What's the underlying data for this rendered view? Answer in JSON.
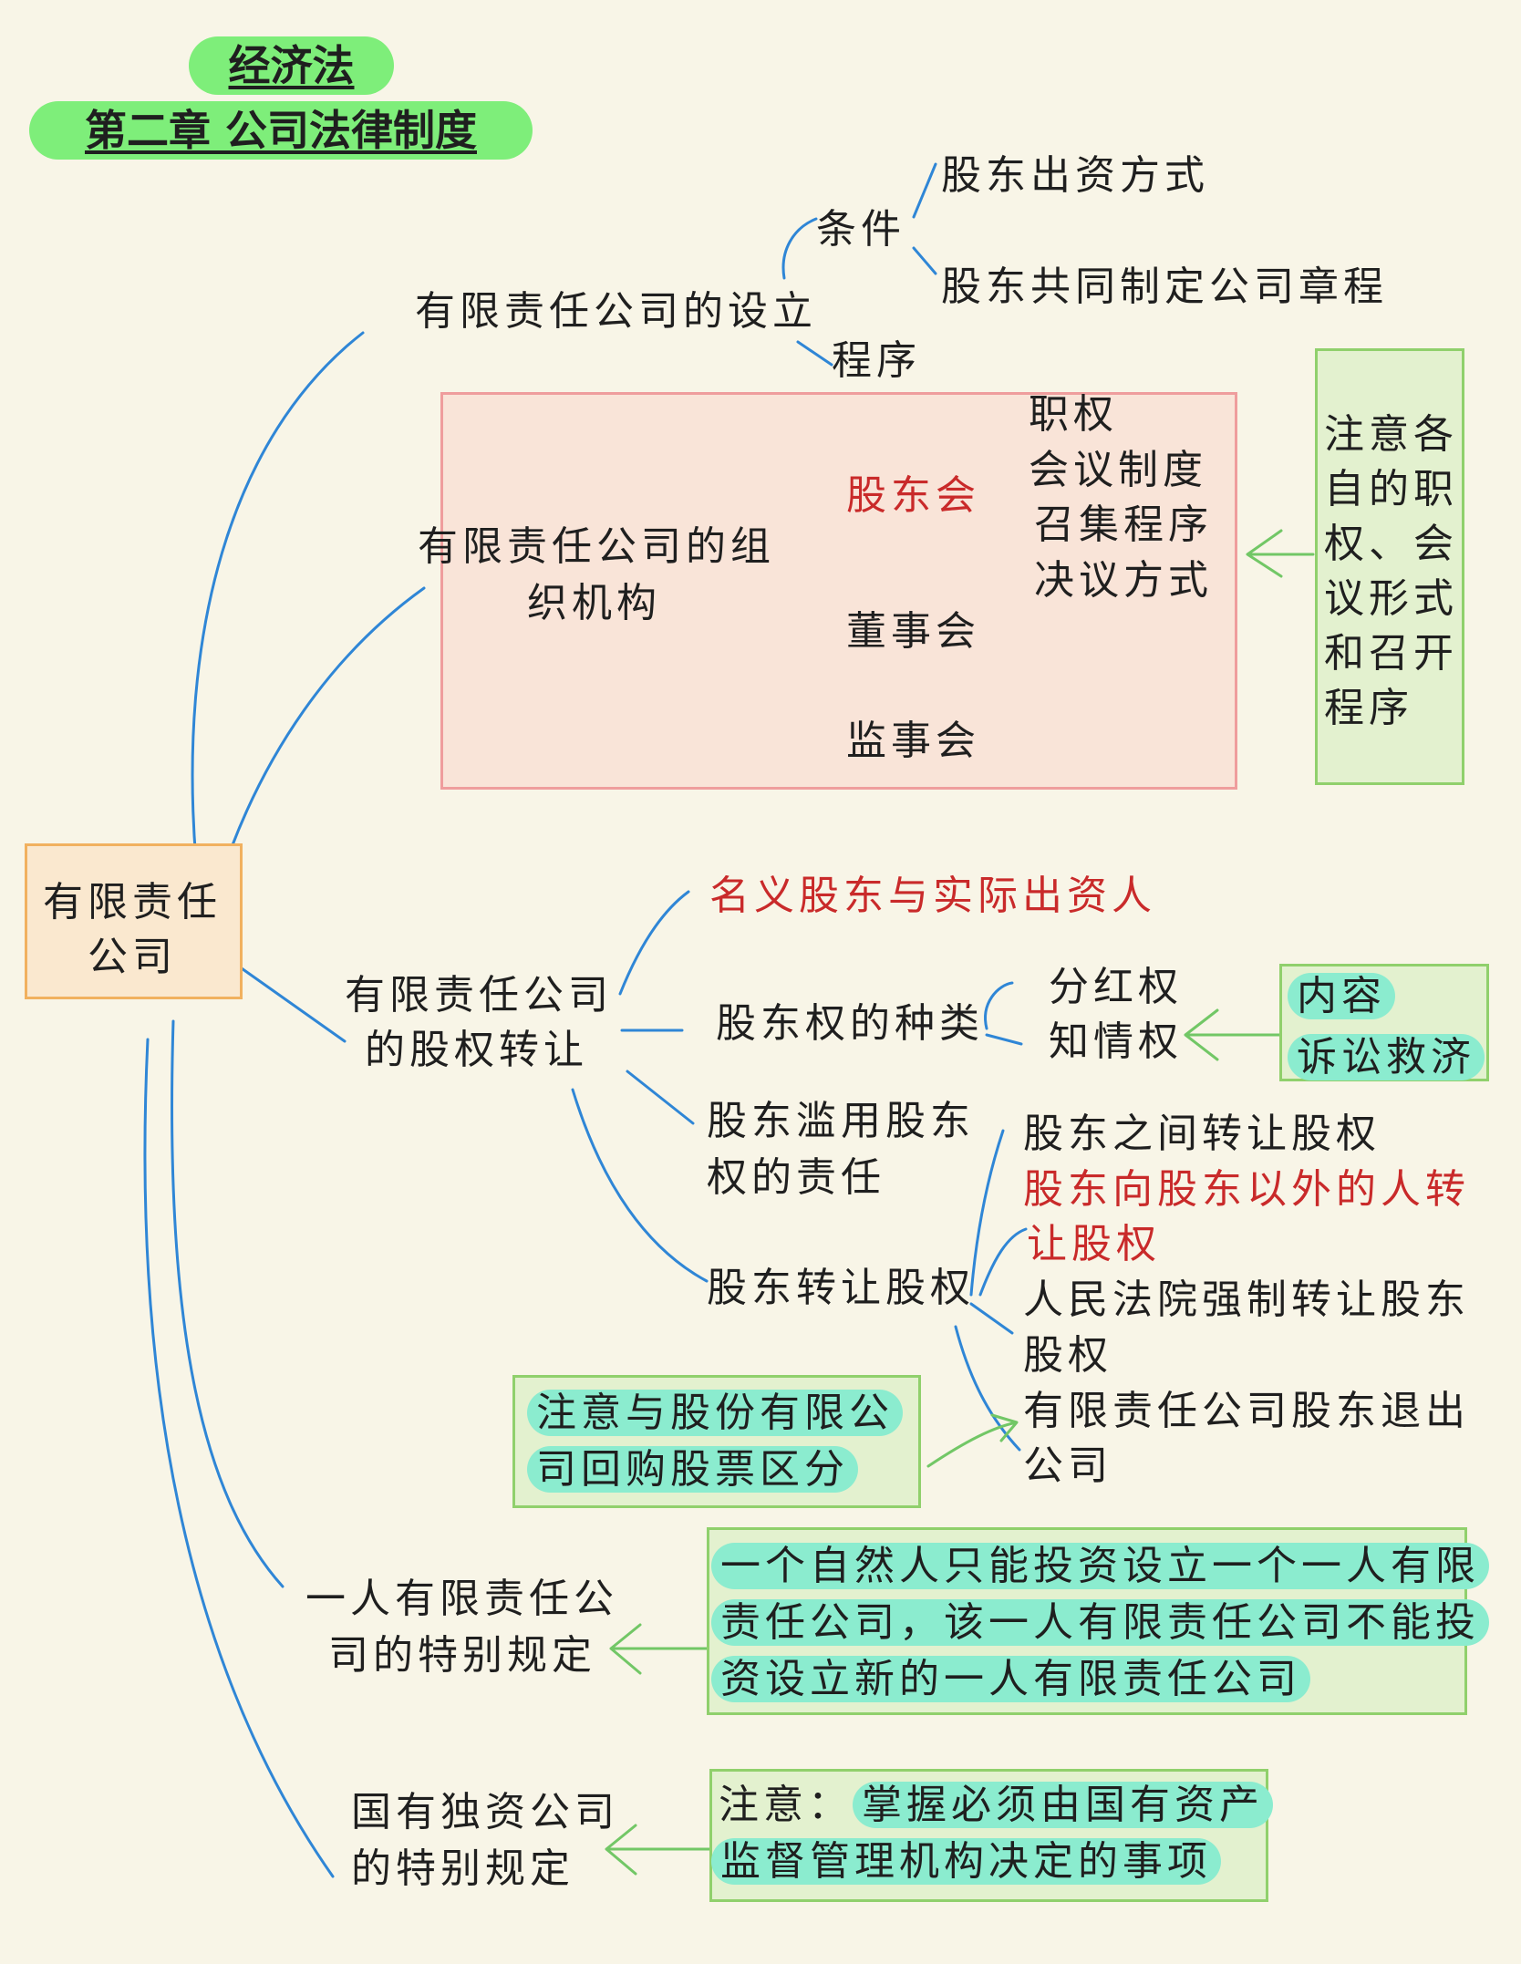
{
  "header": {
    "subject": "经济法",
    "chapter": "第二章 公司法律制度"
  },
  "root": {
    "label": "有限责任公司"
  },
  "branch_setup": {
    "label": "有限责任公司的设立",
    "conditions": "条件",
    "condition_items": [
      "股东出资方式",
      "股东共同制定公司章程"
    ],
    "procedure": "程序"
  },
  "branch_org": {
    "label_line1": "有限责任公司的组",
    "label_line2": "织机构",
    "shareholders_meeting": "股东会",
    "meeting_items": [
      "职权",
      "会议制度",
      "召集程序",
      "决议方式"
    ],
    "board": "董事会",
    "supervisors": "监事会",
    "note_lines": [
      "注意各",
      "自的职",
      "权、会",
      "议形式",
      "和召开",
      "程序"
    ]
  },
  "branch_equity": {
    "label_line1": "有限责任公司",
    "label_line2": "的股权转让",
    "nominee": "名义股东与实际出资人",
    "rights_types": "股东权的种类",
    "rights": [
      "分红权",
      "知情权"
    ],
    "rights_note": [
      "内容",
      "诉讼救济"
    ],
    "abuse_line1": "股东滥用股东",
    "abuse_line2": "权的责任",
    "transfer": "股东转让股权",
    "transfer_items": {
      "between": "股东之间转让股权",
      "outside_line1": "股东向股东以外的人转",
      "outside_line2": "让股权",
      "court_line1": "人民法院强制转让股东",
      "court_line2": "股权",
      "exit_line1": "有限责任公司股东退出",
      "exit_line2": "公司"
    },
    "buyback_note_line1": "注意与股份有限公",
    "buyback_note_line2": "司回购股票区分"
  },
  "branch_one_person": {
    "label_line1": "一人有限责任公",
    "label_line2": "司的特别规定",
    "note_lines": [
      "一个自然人只能投资设立一个一人有限",
      "责任公司，该一人有限责任公司不能投",
      "资设立新的一人有限责任公司"
    ]
  },
  "branch_state": {
    "label_line1": "国有独资公司",
    "label_line2": "的特别规定",
    "note_prefix": "注意：",
    "note_line1": "掌握必须由国有资产",
    "note_line2": "监督管理机构决定的事项"
  }
}
